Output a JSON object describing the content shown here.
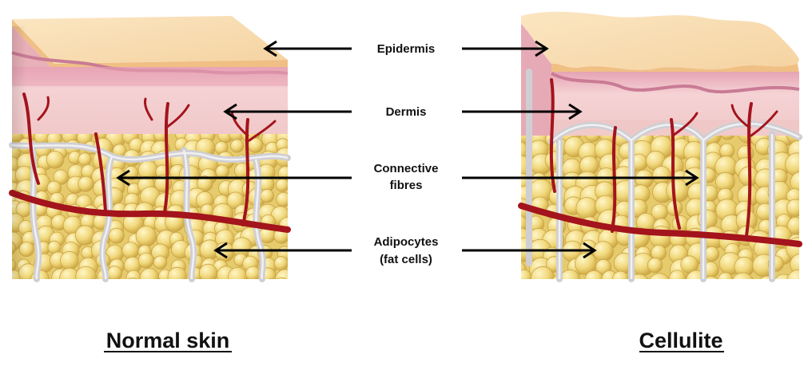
{
  "labels": {
    "epidermis": "Epidermis",
    "dermis": "Dermis",
    "connective_line1": "Connective",
    "connective_line2": "fibres",
    "adipocytes_line1": "Adipocytes",
    "adipocytes_line2": "(fat cells)"
  },
  "titles": {
    "normal": "Normal skin",
    "cellulite": "Cellulite"
  },
  "colors": {
    "epidermis_top": "#f7dcae",
    "epidermis_band": "#f2c58f",
    "dermis": "#f1c9c9",
    "dermis_deep": "#e9a9b4",
    "fat_cell": "#f3df86",
    "fat_cell_dark": "#d9b74f",
    "fibre": "#c8c8cc",
    "vessel": "#a3141c",
    "arrow": "#000000"
  }
}
